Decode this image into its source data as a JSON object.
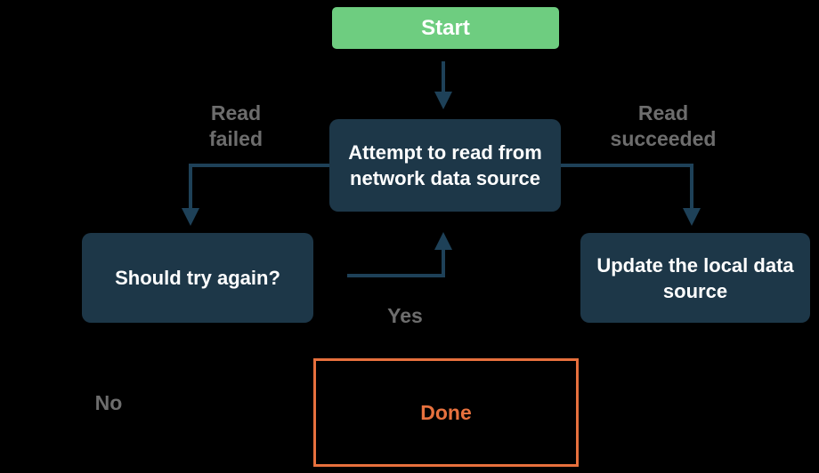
{
  "colors": {
    "background": "#000000",
    "node_fill": "#1d3748",
    "node_text": "#ffffff",
    "start_fill": "#6ecd80",
    "start_text": "#ffffff",
    "done_border": "#e7703d",
    "done_text": "#e7713e",
    "arrow": "#1e4158",
    "label_text": "#6d6d6d"
  },
  "diagram": {
    "type": "flowchart",
    "nodes": {
      "start": {
        "label": "Start",
        "role": "start"
      },
      "attempt": {
        "label": "Attempt to read from\nnetwork data source",
        "role": "process"
      },
      "should_try_again": {
        "label": "Should try again?",
        "role": "decision"
      },
      "update_local": {
        "label": "Update the local data\nsource",
        "role": "process"
      },
      "done": {
        "label": "Done",
        "role": "end"
      }
    },
    "edges": [
      {
        "from": "start",
        "to": "attempt",
        "label": ""
      },
      {
        "from": "attempt",
        "to": "should_try_again",
        "label": "Read failed"
      },
      {
        "from": "attempt",
        "to": "update_local",
        "label": "Read succeeded"
      },
      {
        "from": "should_try_again",
        "to": "attempt",
        "label": "Yes"
      }
    ],
    "edge_labels": {
      "read_failed": "Read\nfailed",
      "read_succeeded": "Read\nsucceeded",
      "yes": "Yes",
      "no": "No"
    }
  }
}
